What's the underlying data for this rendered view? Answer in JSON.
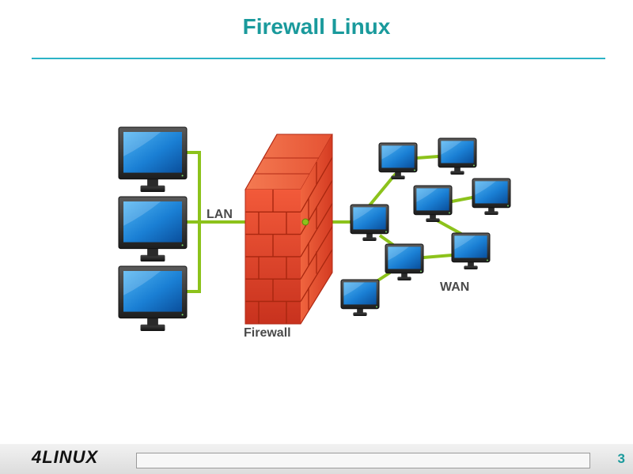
{
  "title": "Firewall Linux",
  "labels": {
    "lan": "LAN",
    "wan": "WAN",
    "firewall": "Firewall"
  },
  "footer": {
    "logo": "4LINUX",
    "page": "3"
  },
  "colors": {
    "accent": "#1a9a9c",
    "link": "#8cc21b",
    "brick": "#e8402a",
    "screen": "#1a7fd4"
  },
  "nodes": [
    {
      "id": "lan-1",
      "group": "lan"
    },
    {
      "id": "lan-2",
      "group": "lan"
    },
    {
      "id": "lan-3",
      "group": "lan"
    },
    {
      "id": "firewall",
      "group": "firewall"
    },
    {
      "id": "wan-1",
      "group": "wan"
    },
    {
      "id": "wan-2",
      "group": "wan"
    },
    {
      "id": "wan-3",
      "group": "wan"
    },
    {
      "id": "wan-4",
      "group": "wan"
    },
    {
      "id": "wan-5",
      "group": "wan"
    },
    {
      "id": "wan-6",
      "group": "wan"
    },
    {
      "id": "wan-7",
      "group": "wan"
    },
    {
      "id": "wan-8",
      "group": "wan"
    }
  ],
  "edges": [
    {
      "from": "lan-1",
      "to": "firewall"
    },
    {
      "from": "lan-2",
      "to": "firewall"
    },
    {
      "from": "lan-3",
      "to": "firewall"
    },
    {
      "from": "firewall",
      "to": "wan-3"
    },
    {
      "from": "wan-3",
      "to": "wan-1"
    },
    {
      "from": "wan-1",
      "to": "wan-2"
    },
    {
      "from": "wan-3",
      "to": "wan-6"
    },
    {
      "from": "wan-6",
      "to": "wan-8"
    },
    {
      "from": "wan-6",
      "to": "wan-7"
    },
    {
      "from": "wan-4",
      "to": "wan-5"
    },
    {
      "from": "wan-4",
      "to": "wan-7"
    }
  ]
}
